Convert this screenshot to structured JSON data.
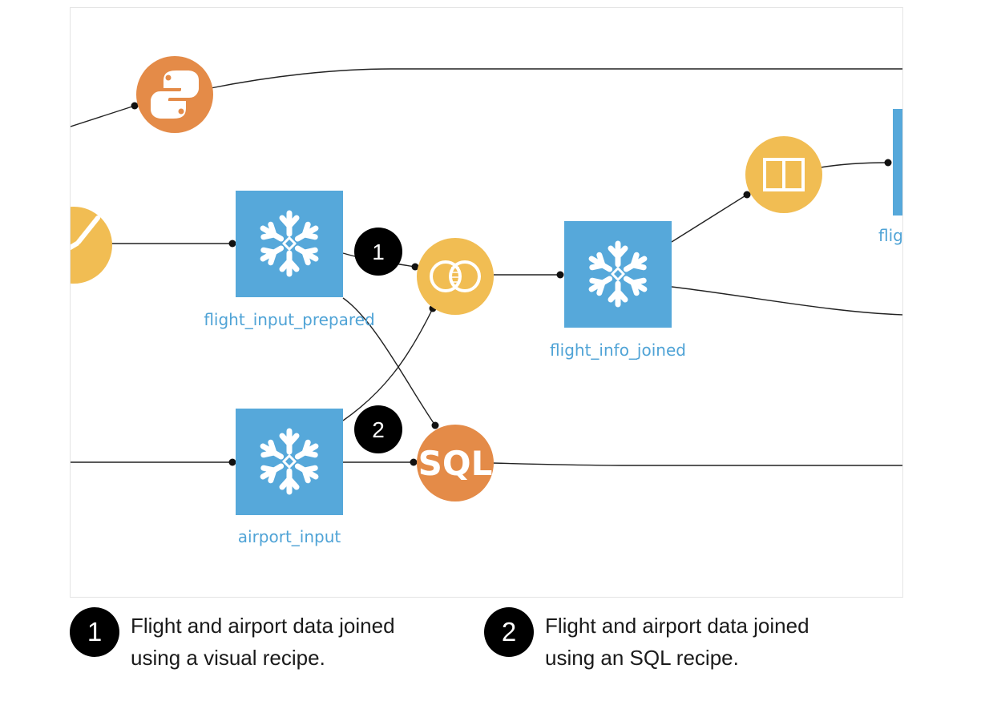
{
  "datasets": {
    "flight_input_prepared": "flight_input_prepared",
    "airport_input": "airport_input",
    "flight_info_joined": "flight_info_joined",
    "partial_right": "flig"
  },
  "recipes": {
    "python": {
      "icon": "python-icon"
    },
    "prepare": {
      "icon": "prepare-brush-icon"
    },
    "join": {
      "icon": "join-circles-icon"
    },
    "sql": {
      "icon": "sql-text-icon",
      "text": "SQL"
    },
    "split": {
      "icon": "split-columns-icon"
    }
  },
  "callouts": [
    {
      "number": "1",
      "text_line1": "Flight and airport data joined",
      "text_line2": "using a visual recipe."
    },
    {
      "number": "2",
      "text_line1": "Flight and airport data joined",
      "text_line2": "using an SQL recipe."
    }
  ],
  "colors": {
    "dataset_blue": "#56a8da",
    "recipe_orange": "#e48b48",
    "recipe_yellow": "#f1bd53",
    "label_blue": "#4fa3d6",
    "edge": "#222222"
  }
}
